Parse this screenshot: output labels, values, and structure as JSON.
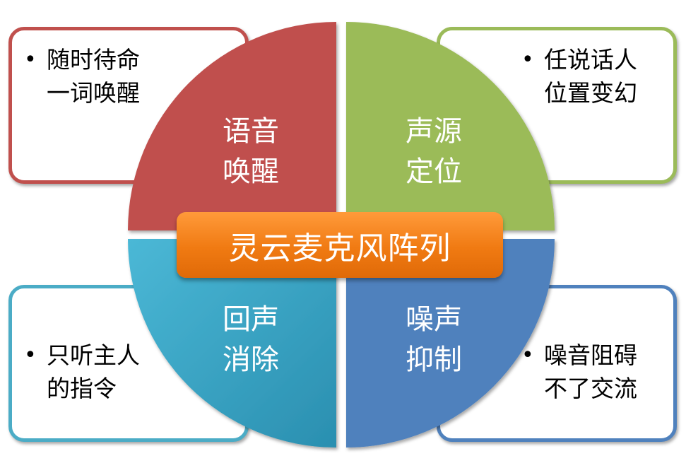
{
  "title": "灵云麦克风阵列",
  "colors": {
    "wake": "#c0504d",
    "localization": "#9bbb59",
    "echo": "#4bacc6",
    "noise": "#4f81bd",
    "center": "#f28a26"
  },
  "quadrants": [
    {
      "label_lines": [
        "语音",
        "唤醒"
      ],
      "bullet_lines": [
        "随时待命",
        "一词唤醒"
      ]
    },
    {
      "label_lines": [
        "声源",
        "定位"
      ],
      "bullet_lines": [
        "任说话人",
        "位置变幻"
      ]
    },
    {
      "label_lines": [
        "回声",
        "消除"
      ],
      "bullet_lines": [
        "只听主人",
        "的指令"
      ]
    },
    {
      "label_lines": [
        "噪声",
        "抑制"
      ],
      "bullet_lines": [
        "噪音阻碍",
        "不了交流"
      ]
    }
  ]
}
